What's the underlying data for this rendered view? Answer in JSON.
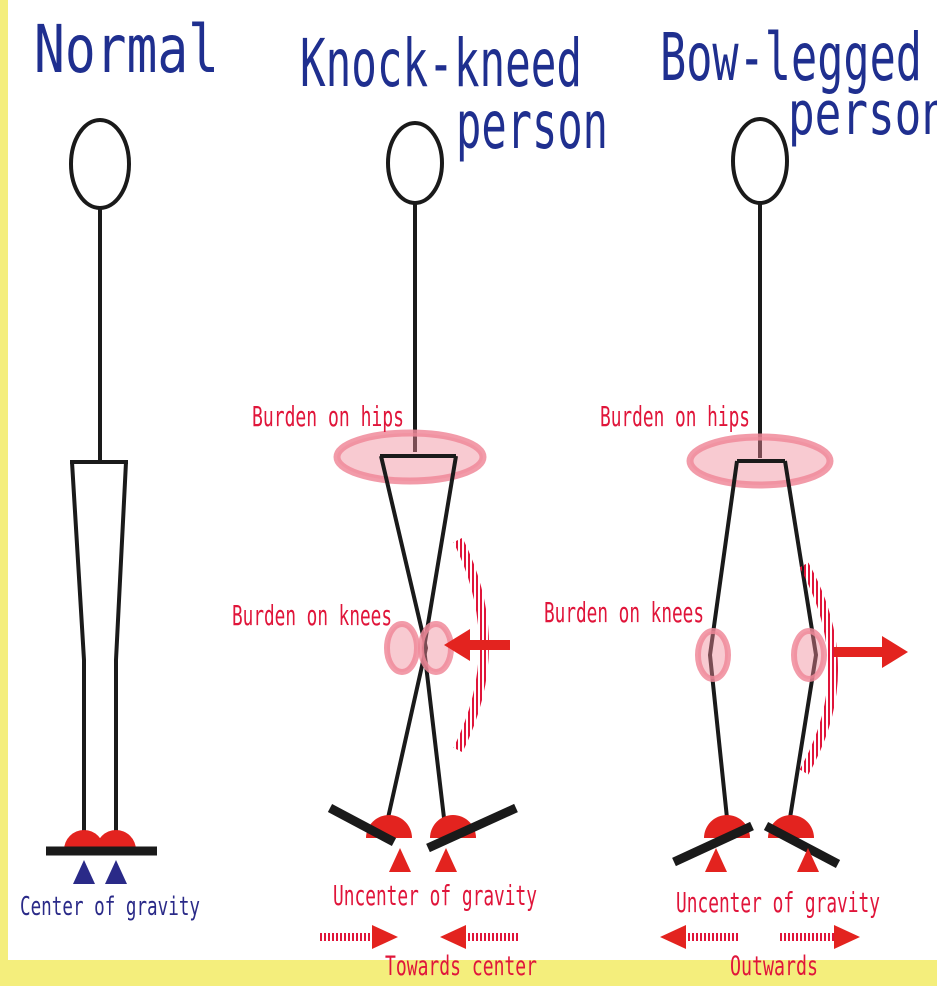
{
  "colors": {
    "background": "#f4ee7c",
    "panel": "#ffffff",
    "title": "#1f2f8f",
    "label_red": "#e0153a",
    "label_blue": "#2a2a88",
    "joint_red": "#e3231f",
    "burden_pink": "#f08a9a",
    "line": "#1a1a1a"
  },
  "panels": {
    "normal": {
      "title": "Normal",
      "center_label": "Center of gravity"
    },
    "knock": {
      "title_line1": "Knock-kneed",
      "title_line2": "person",
      "hips_label": "Burden on hips",
      "knees_label": "Burden on knees",
      "gravity_label": "Uncenter of gravity",
      "direction_label": "Towards center"
    },
    "bow": {
      "title_line1": "Bow-legged",
      "title_line2": "person",
      "hips_label": "Burden on hips",
      "knees_label": "Burden on knees",
      "gravity_label": "Uncenter of gravity",
      "direction_label": "Outwards"
    }
  },
  "icons": {
    "force_arrow": "arrow-icon",
    "gravity_marker": "triangle-marker-icon",
    "foot": "foot-icon"
  }
}
